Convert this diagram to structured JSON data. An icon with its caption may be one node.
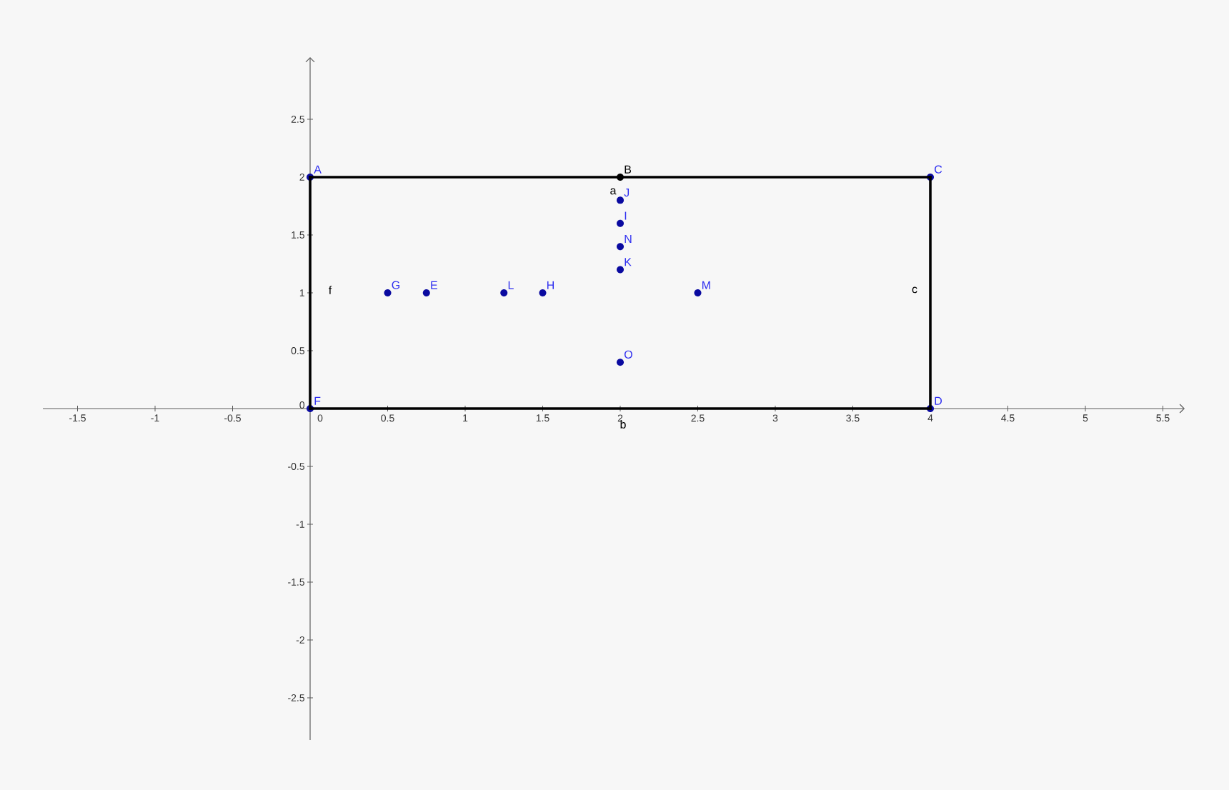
{
  "diagram": {
    "nodes": [
      {
        "text": [
          "A"
        ]
      },
      {
        "text": [
          "B"
        ]
      },
      {
        "text": [
          "C"
        ]
      },
      {
        "text": [
          "D"
        ]
      },
      {
        "text": [
          "F"
        ]
      },
      {
        "text": [
          "J"
        ]
      },
      {
        "text": [
          "I"
        ]
      },
      {
        "text": [
          "N"
        ]
      },
      {
        "text": [
          "K"
        ]
      },
      {
        "text": [
          "G"
        ]
      },
      {
        "text": [
          "E"
        ]
      },
      {
        "text": [
          "L"
        ]
      },
      {
        "text": [
          "H"
        ]
      },
      {
        "text": [
          "M"
        ]
      },
      {
        "text": [
          "O"
        ]
      }
    ],
    "edges": [
      {
        "from": 0,
        "to": 2,
        "arrow": "none",
        "label": "a"
      },
      {
        "from": 2,
        "to": 3,
        "arrow": "none",
        "label": "c"
      },
      {
        "from": 3,
        "to": 4,
        "arrow": "none",
        "label": "b"
      },
      {
        "from": 4,
        "to": 0,
        "arrow": "none",
        "label": "f"
      }
    ],
    "labels": [
      "2.5",
      "2",
      "1.5",
      "1",
      "0.5",
      "0",
      "-1.5",
      "-1",
      "-0.5",
      "0",
      "0.5",
      "1",
      "1.5",
      "2",
      "2.5",
      "3",
      "3.5",
      "4",
      "4.5",
      "5",
      "5.5",
      "-0.5",
      "-1",
      "-1.5",
      "-2",
      "-2.5"
    ]
  }
}
